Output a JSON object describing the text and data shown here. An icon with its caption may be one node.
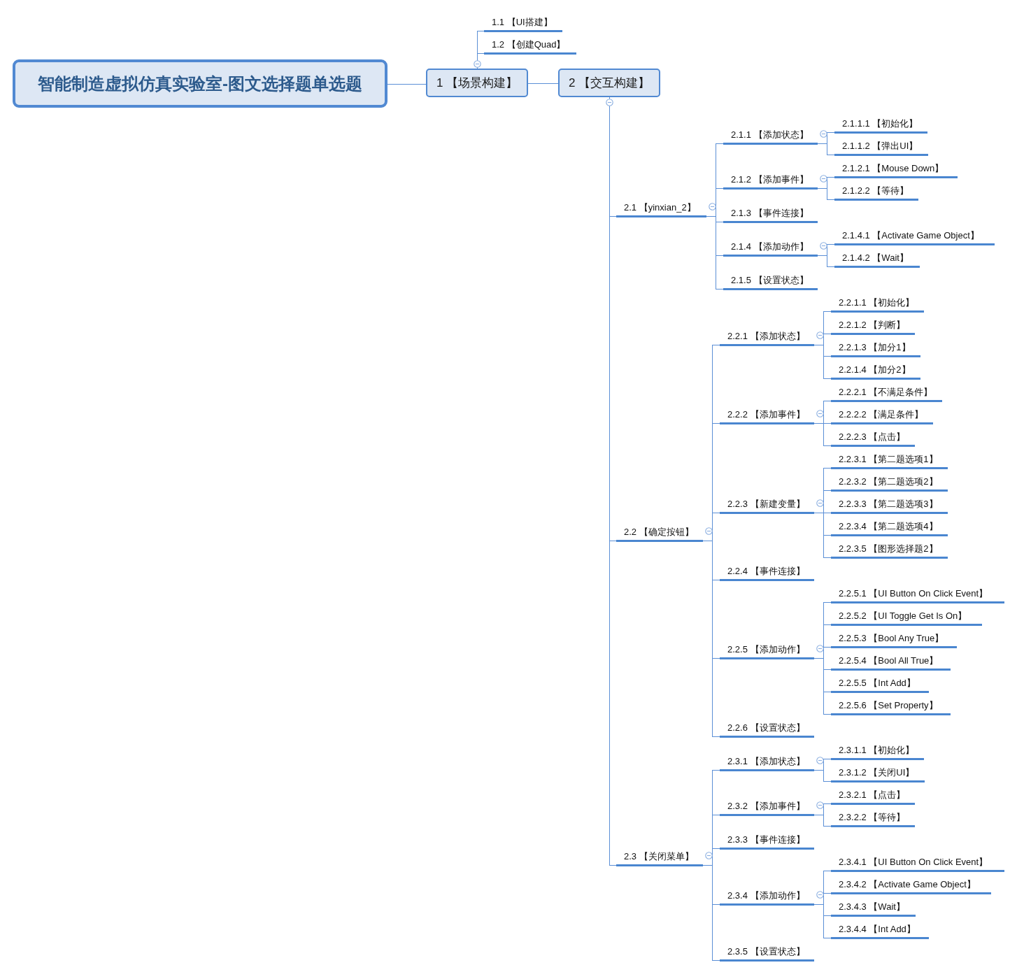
{
  "diagram": {
    "nodes": [
      {
        "text": [
          "智能制造虚拟仿真实验室-图文选择题单选题"
        ]
      },
      {
        "text": [
          "1 【场景构建】"
        ]
      },
      {
        "text": [
          "1.1 【UI搭建】"
        ]
      },
      {
        "text": [
          "1.2 【创建Quad】"
        ]
      },
      {
        "text": [
          "2 【交互构建】"
        ]
      },
      {
        "text": [
          "2.1 【yinxian_2】"
        ]
      },
      {
        "text": [
          "2.1.1 【添加状态】"
        ]
      },
      {
        "text": [
          "2.1.1.1 【初始化】"
        ]
      },
      {
        "text": [
          "2.1.1.2 【弹出UI】"
        ]
      },
      {
        "text": [
          "2.1.2 【添加事件】"
        ]
      },
      {
        "text": [
          "2.1.2.1 【Mouse Down】"
        ]
      },
      {
        "text": [
          "2.1.2.2 【等待】"
        ]
      },
      {
        "text": [
          "2.1.3 【事件连接】"
        ]
      },
      {
        "text": [
          "2.1.4 【添加动作】"
        ]
      },
      {
        "text": [
          "2.1.4.1 【Activate Game Object】"
        ]
      },
      {
        "text": [
          "2.1.4.2 【Wait】"
        ]
      },
      {
        "text": [
          "2.1.5 【设置状态】"
        ]
      },
      {
        "text": [
          "2.2 【确定按钮】"
        ]
      },
      {
        "text": [
          "2.2.1 【添加状态】"
        ]
      },
      {
        "text": [
          "2.2.1.1 【初始化】"
        ]
      },
      {
        "text": [
          "2.2.1.2 【判断】"
        ]
      },
      {
        "text": [
          "2.2.1.3 【加分1】"
        ]
      },
      {
        "text": [
          "2.2.1.4 【加分2】"
        ]
      },
      {
        "text": [
          "2.2.2 【添加事件】"
        ]
      },
      {
        "text": [
          "2.2.2.1 【不满足条件】"
        ]
      },
      {
        "text": [
          "2.2.2.2 【满足条件】"
        ]
      },
      {
        "text": [
          "2.2.2.3 【点击】"
        ]
      },
      {
        "text": [
          "2.2.3 【新建变量】"
        ]
      },
      {
        "text": [
          "2.2.3.1 【第二题选项1】"
        ]
      },
      {
        "text": [
          "2.2.3.2 【第二题选项2】"
        ]
      },
      {
        "text": [
          "2.2.3.3 【第二题选项3】"
        ]
      },
      {
        "text": [
          "2.2.3.4 【第二题选项4】"
        ]
      },
      {
        "text": [
          "2.2.3.5 【图形选择题2】"
        ]
      },
      {
        "text": [
          "2.2.4 【事件连接】"
        ]
      },
      {
        "text": [
          "2.2.5 【添加动作】"
        ]
      },
      {
        "text": [
          "2.2.5.1 【UI Button On Click Event】"
        ]
      },
      {
        "text": [
          "2.2.5.2 【UI Toggle Get Is On】"
        ]
      },
      {
        "text": [
          "2.2.5.3 【Bool Any True】"
        ]
      },
      {
        "text": [
          "2.2.5.4 【Bool All True】"
        ]
      },
      {
        "text": [
          "2.2.5.5 【Int Add】"
        ]
      },
      {
        "text": [
          "2.2.5.6 【Set Property】"
        ]
      },
      {
        "text": [
          "2.2.6 【设置状态】"
        ]
      },
      {
        "text": [
          "2.3 【关闭菜单】"
        ]
      },
      {
        "text": [
          "2.3.1 【添加状态】"
        ]
      },
      {
        "text": [
          "2.3.1.1 【初始化】"
        ]
      },
      {
        "text": [
          "2.3.1.2 【关闭UI】"
        ]
      },
      {
        "text": [
          "2.3.2 【添加事件】"
        ]
      },
      {
        "text": [
          "2.3.2.1 【点击】"
        ]
      },
      {
        "text": [
          "2.3.2.2 【等待】"
        ]
      },
      {
        "text": [
          "2.3.3 【事件连接】"
        ]
      },
      {
        "text": [
          "2.3.4 【添加动作】"
        ]
      },
      {
        "text": [
          "2.3.4.1 【UI Button On Click Event】"
        ]
      },
      {
        "text": [
          "2.3.4.2 【Activate Game Object】"
        ]
      },
      {
        "text": [
          "2.3.4.3 【Wait】"
        ]
      },
      {
        "text": [
          "2.3.4.4 【Int Add】"
        ]
      },
      {
        "text": [
          "2.3.5 【设置状态】"
        ]
      }
    ],
    "edges": [
      {
        "from": 0,
        "to": 1,
        "arrow": "none"
      },
      {
        "from": 1,
        "to": 2,
        "arrow": "none"
      },
      {
        "from": 1,
        "to": 3,
        "arrow": "none"
      },
      {
        "from": 1,
        "to": 4,
        "arrow": "none"
      },
      {
        "from": 4,
        "to": 5,
        "arrow": "none"
      },
      {
        "from": 5,
        "to": 6,
        "arrow": "none"
      },
      {
        "from": 6,
        "to": 7,
        "arrow": "none"
      },
      {
        "from": 6,
        "to": 8,
        "arrow": "none"
      },
      {
        "from": 5,
        "to": 9,
        "arrow": "none"
      },
      {
        "from": 9,
        "to": 10,
        "arrow": "none"
      },
      {
        "from": 9,
        "to": 11,
        "arrow": "none"
      },
      {
        "from": 5,
        "to": 12,
        "arrow": "none"
      },
      {
        "from": 5,
        "to": 13,
        "arrow": "none"
      },
      {
        "from": 13,
        "to": 14,
        "arrow": "none"
      },
      {
        "from": 13,
        "to": 15,
        "arrow": "none"
      },
      {
        "from": 5,
        "to": 16,
        "arrow": "none"
      },
      {
        "from": 4,
        "to": 17,
        "arrow": "none"
      },
      {
        "from": 17,
        "to": 18,
        "arrow": "none"
      },
      {
        "from": 18,
        "to": 19,
        "arrow": "none"
      },
      {
        "from": 18,
        "to": 20,
        "arrow": "none"
      },
      {
        "from": 18,
        "to": 21,
        "arrow": "none"
      },
      {
        "from": 18,
        "to": 22,
        "arrow": "none"
      },
      {
        "from": 17,
        "to": 23,
        "arrow": "none"
      },
      {
        "from": 23,
        "to": 24,
        "arrow": "none"
      },
      {
        "from": 23,
        "to": 25,
        "arrow": "none"
      },
      {
        "from": 23,
        "to": 26,
        "arrow": "none"
      },
      {
        "from": 17,
        "to": 27,
        "arrow": "none"
      },
      {
        "from": 27,
        "to": 28,
        "arrow": "none"
      },
      {
        "from": 27,
        "to": 29,
        "arrow": "none"
      },
      {
        "from": 27,
        "to": 30,
        "arrow": "none"
      },
      {
        "from": 27,
        "to": 31,
        "arrow": "none"
      },
      {
        "from": 27,
        "to": 32,
        "arrow": "none"
      },
      {
        "from": 17,
        "to": 33,
        "arrow": "none"
      },
      {
        "from": 17,
        "to": 34,
        "arrow": "none"
      },
      {
        "from": 34,
        "to": 35,
        "arrow": "none"
      },
      {
        "from": 34,
        "to": 36,
        "arrow": "none"
      },
      {
        "from": 34,
        "to": 37,
        "arrow": "none"
      },
      {
        "from": 34,
        "to": 38,
        "arrow": "none"
      },
      {
        "from": 34,
        "to": 39,
        "arrow": "none"
      },
      {
        "from": 34,
        "to": 40,
        "arrow": "none"
      },
      {
        "from": 17,
        "to": 41,
        "arrow": "none"
      },
      {
        "from": 4,
        "to": 42,
        "arrow": "none"
      },
      {
        "from": 42,
        "to": 43,
        "arrow": "none"
      },
      {
        "from": 43,
        "to": 44,
        "arrow": "none"
      },
      {
        "from": 43,
        "to": 45,
        "arrow": "none"
      },
      {
        "from": 42,
        "to": 46,
        "arrow": "none"
      },
      {
        "from": 46,
        "to": 47,
        "arrow": "none"
      },
      {
        "from": 46,
        "to": 48,
        "arrow": "none"
      },
      {
        "from": 42,
        "to": 49,
        "arrow": "none"
      },
      {
        "from": 42,
        "to": 50,
        "arrow": "none"
      },
      {
        "from": 50,
        "to": 51,
        "arrow": "none"
      },
      {
        "from": 50,
        "to": 52,
        "arrow": "none"
      },
      {
        "from": 50,
        "to": 53,
        "arrow": "none"
      },
      {
        "from": 50,
        "to": 54,
        "arrow": "none"
      },
      {
        "from": 42,
        "to": 55,
        "arrow": "none"
      }
    ]
  }
}
